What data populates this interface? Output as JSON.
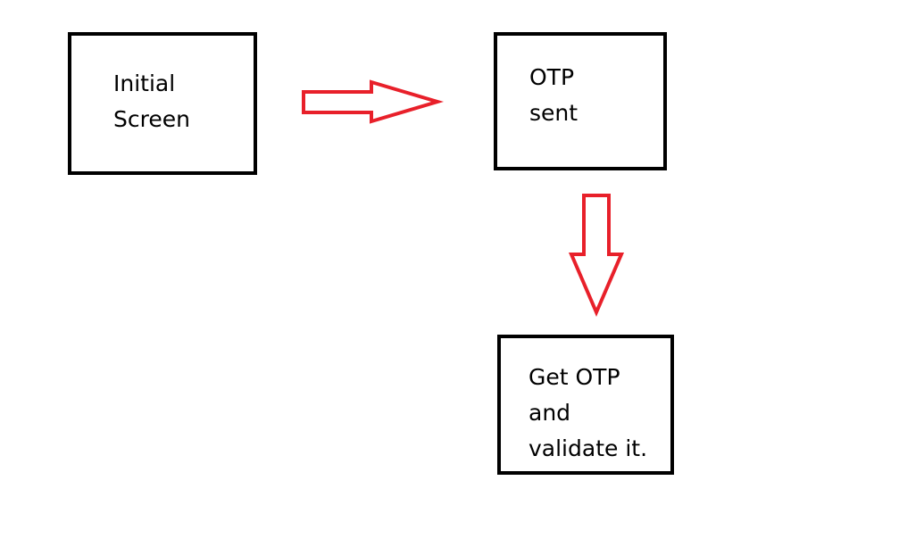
{
  "diagram": {
    "nodes": [
      {
        "id": "initial",
        "lines": [
          "Initial",
          "Screen"
        ]
      },
      {
        "id": "otp_sent",
        "lines": [
          "OTP",
          "sent"
        ]
      },
      {
        "id": "validate",
        "lines": [
          "Get OTP",
          "and",
          "validate it."
        ]
      }
    ],
    "edges": [
      {
        "from": "initial",
        "to": "otp_sent",
        "direction": "right"
      },
      {
        "from": "otp_sent",
        "to": "validate",
        "direction": "down"
      }
    ],
    "colors": {
      "box_border": "#000000",
      "text": "#000000",
      "arrow": "#e8202a"
    }
  }
}
